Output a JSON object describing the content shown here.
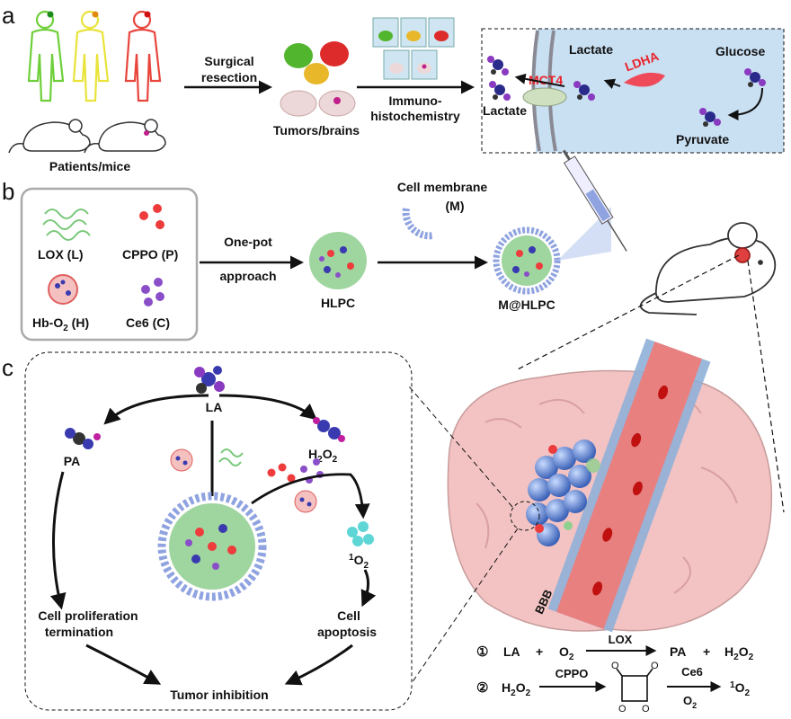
{
  "panels": {
    "a": "a",
    "b": "b",
    "c": "c"
  },
  "colors": {
    "patient_green": "#6fcf3a",
    "patient_yellow": "#e9e33a",
    "patient_red": "#e8453c",
    "cell_bg": "#c9dff2",
    "brain": "#f3c3c3",
    "vessel": "#e88080",
    "liposome": "#8fa3e0",
    "lox_green": "#8fd08f",
    "cppo_red": "#ee3b3b",
    "ce6_purple": "#8a4fc8",
    "singlet_cyan": "#5ed6d6"
  },
  "a": {
    "patients_label": "Patients/mice",
    "surgical": "Surgical",
    "resection": "resection",
    "tumors_label": "Tumors/brains",
    "immuno1": "Immuno-",
    "immuno2": "histochemistry",
    "lactate_in": "Lactate",
    "lactate_out": "Lactate",
    "mct4": "MCT4",
    "ldha": "LDHA",
    "glucose": "Glucose",
    "pyruvate": "Pyruvate"
  },
  "b": {
    "lox": "LOX (L)",
    "cppo": "CPPO (P)",
    "hb": "Hb-O",
    "hb_sub": "2",
    "hb_tail": " (H)",
    "ce6": "Ce6 (C)",
    "onepot1": "One-pot",
    "onepot2": "approach",
    "hlpc": "HLPC",
    "membrane1": "Cell membrane",
    "membrane2": "(M)",
    "mhlpc": "M@HLPC"
  },
  "c": {
    "la": "LA",
    "pa": "PA",
    "h2o2": "H",
    "h2o2_sub": "2",
    "h2o2_tail": "O",
    "h2o2_sub2": "2",
    "o2_sup": "1",
    "o2": "O",
    "o2_sub": "2",
    "prolif1": "Cell proliferation",
    "prolif2": "termination",
    "apop1": "Cell",
    "apop2": "apoptosis",
    "tumor_inhibition": "Tumor inhibition",
    "bbb": "BBB"
  },
  "equations": {
    "eq1_num": "①",
    "eq1_la": "LA",
    "plus": "+",
    "eq1_o2": "O",
    "sub2": "2",
    "lox": "LOX",
    "pa": "PA",
    "eq1_h": "H",
    "eq1_o": "O",
    "eq2_num": "②",
    "eq2_h": "H",
    "eq2_o": "O",
    "cppo": "CPPO",
    "ce6": "Ce6",
    "eq2_o2": "O",
    "sup1": "1"
  }
}
